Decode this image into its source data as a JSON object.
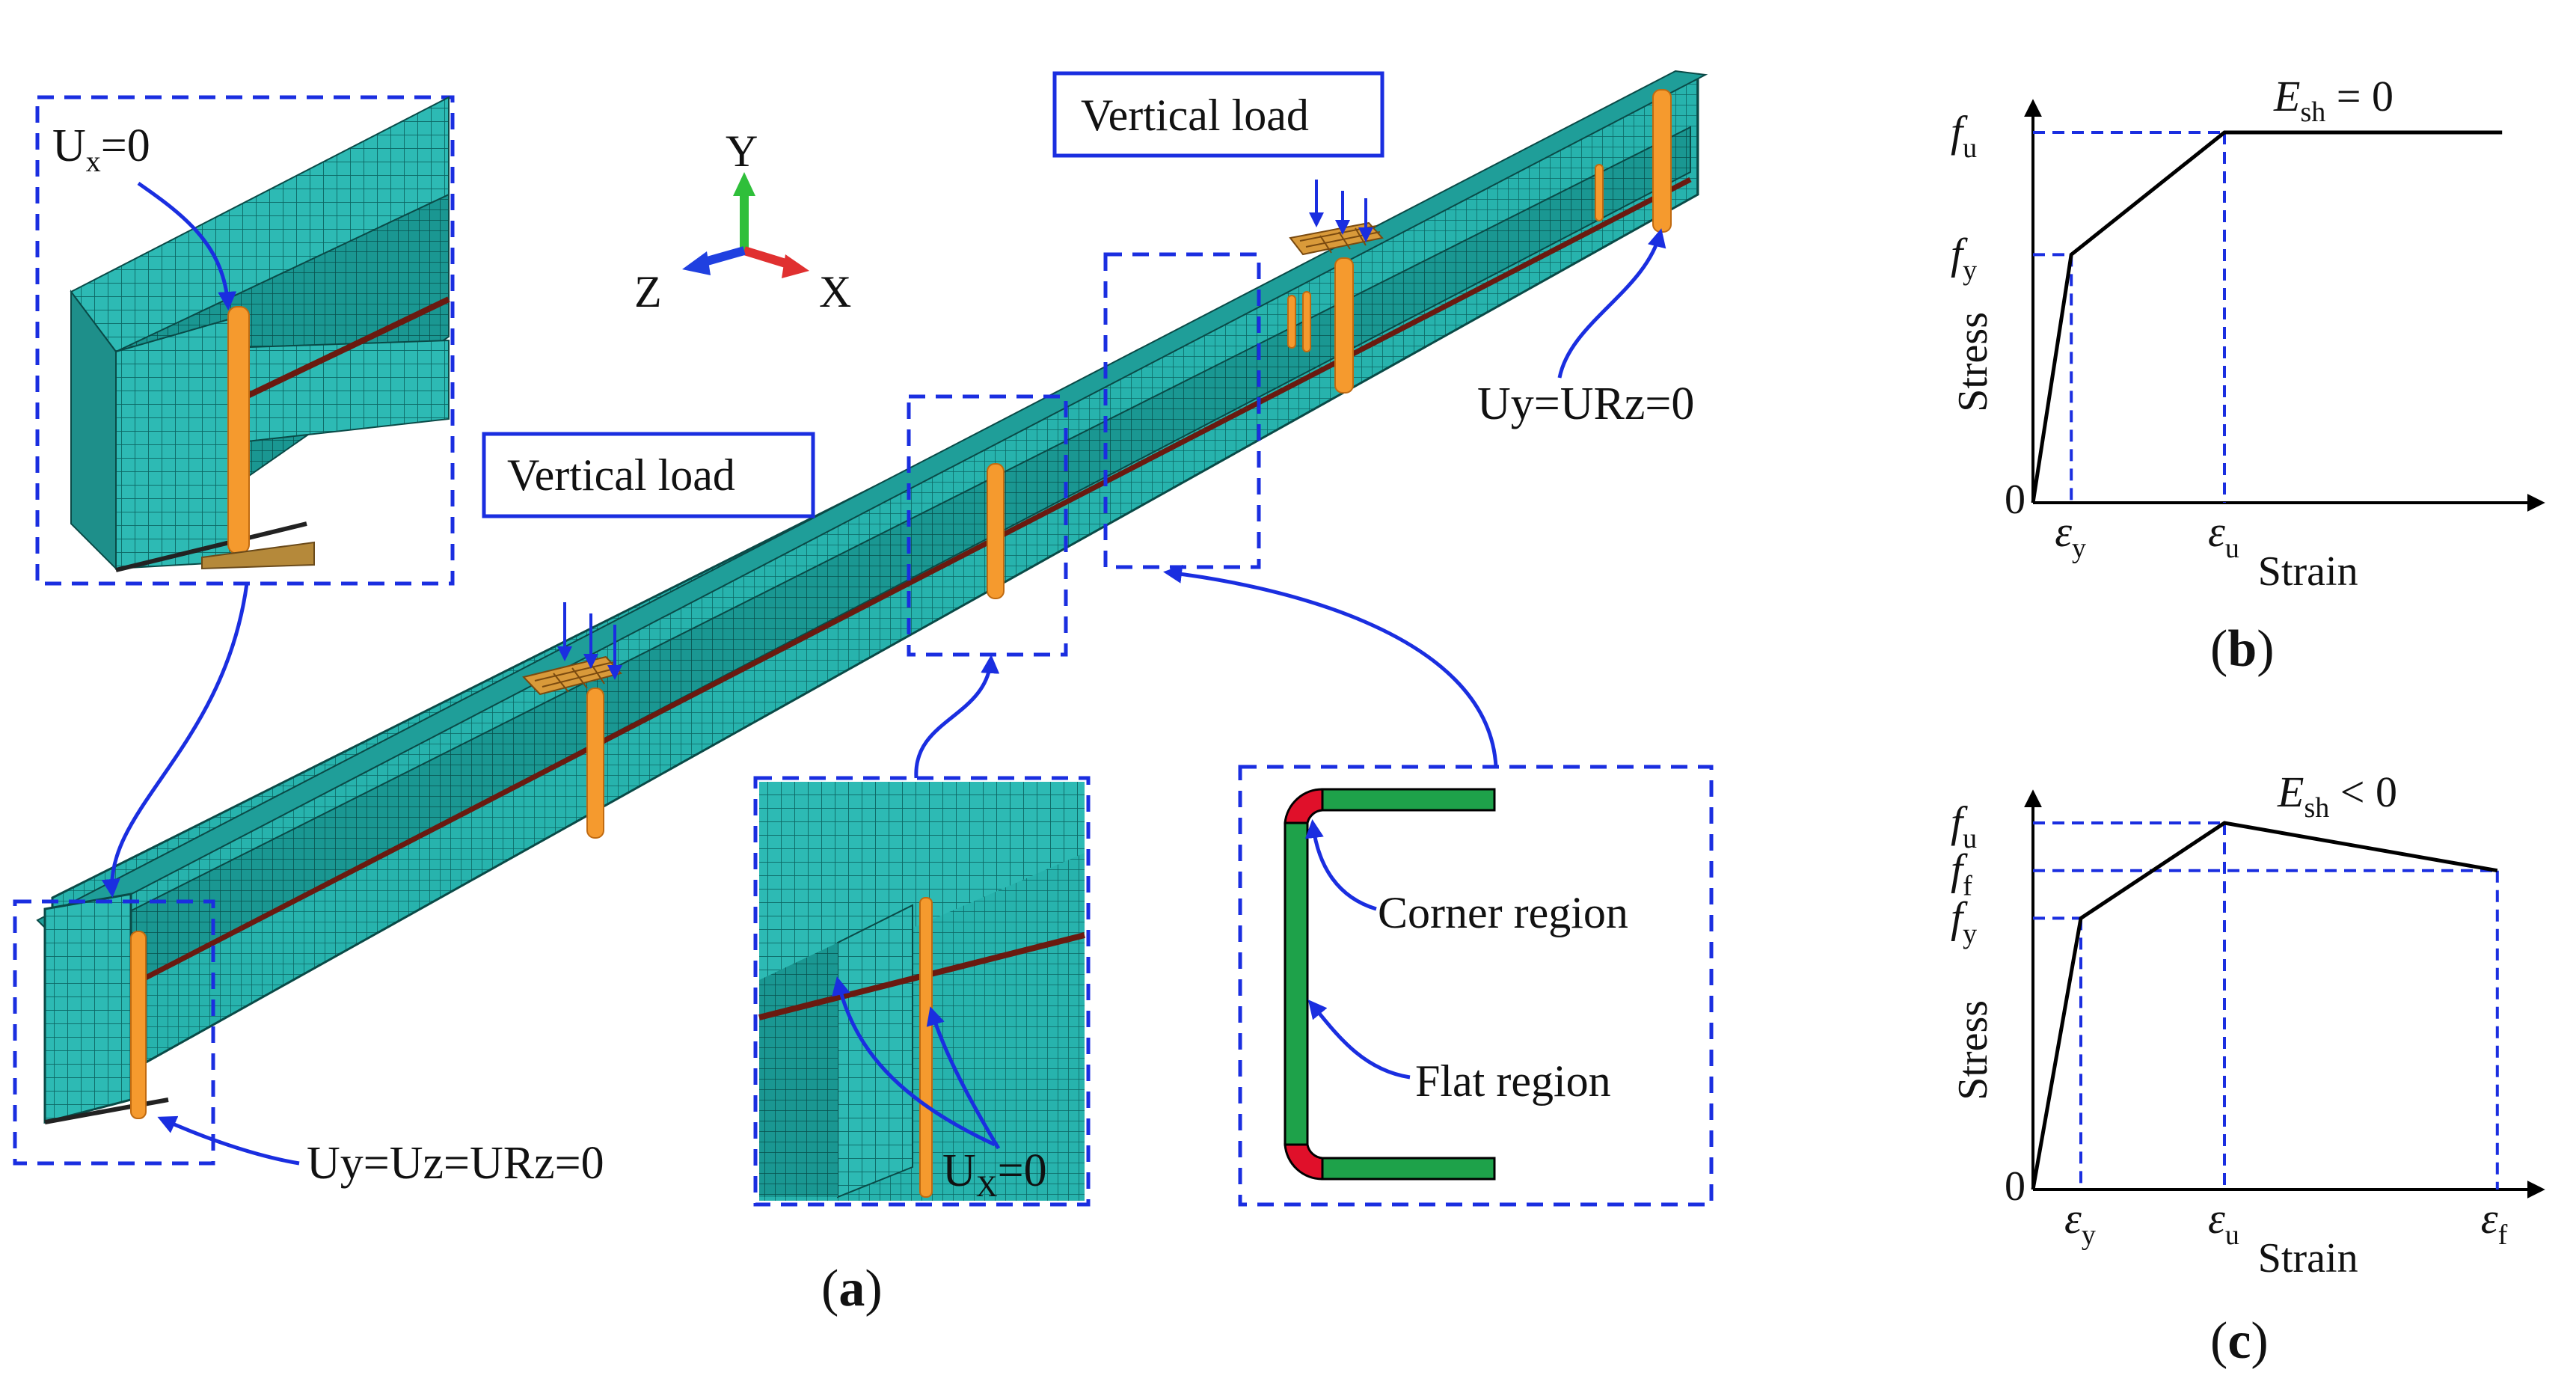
{
  "colors": {
    "mesh": "#27b3ad",
    "mesh_dark": "#128a86",
    "mesh_line": "#0a5a57",
    "support": "#f59a2e",
    "load_plate": "#d99a3a",
    "dashed_box": "#1a2ee0",
    "arrow": "#1a2ee0",
    "corner_region": "#e0102a",
    "flat_region": "#1ea24a",
    "curve": "#000000",
    "axis_x": "#e03030",
    "axis_y": "#2fbf3a",
    "axis_z": "#2040e0"
  },
  "panel_a": {
    "caption_open": "(",
    "caption_letter": "a",
    "caption_close": ")",
    "load_label_left": "Vertical load",
    "load_label_right": "Vertical load",
    "axes": {
      "y": "Y",
      "x": "X",
      "z": "Z"
    },
    "bc_top_left": {
      "main": "U",
      "sub": "x",
      "tail": "=0"
    },
    "bc_bottom_left": "Uy=Uz=URz=0",
    "bc_right": "Uy=URz=0",
    "bc_mid": {
      "main": "U",
      "sub": "X",
      "tail": "=0"
    },
    "section_corner": "Corner region",
    "section_flat": "Flat region",
    "icons": [
      "coordinate-axes-icon",
      "load-arrow-icon",
      "support-icon"
    ]
  },
  "panel_b": {
    "caption_open": "(",
    "caption_letter": "b",
    "caption_close": ")",
    "ylabel": "Stress",
    "xlabel": "Strain",
    "origin": "0",
    "modulus_label": {
      "main": "E",
      "sub": "sh",
      "tail": " = 0"
    },
    "y_ticks": [
      {
        "main": "f",
        "sub": "u",
        "value": 1.0
      },
      {
        "main": "f",
        "sub": "y",
        "value": 0.67
      }
    ],
    "x_ticks": [
      {
        "main": "ε",
        "sub": "y",
        "value": 0.08
      },
      {
        "main": "ε",
        "sub": "u",
        "value": 0.4
      }
    ]
  },
  "panel_c": {
    "caption_open": "(",
    "caption_letter": "c",
    "caption_close": ")",
    "ylabel": "Stress",
    "xlabel": "Strain",
    "origin": "0",
    "modulus_label": {
      "main": "E",
      "sub": "sh",
      "tail": " < 0"
    },
    "y_ticks": [
      {
        "main": "f",
        "sub": "u",
        "value": 1.0
      },
      {
        "main": "f",
        "sub": "f",
        "value": 0.87
      },
      {
        "main": "f",
        "sub": "y",
        "value": 0.74
      }
    ],
    "x_ticks": [
      {
        "main": "ε",
        "sub": "y",
        "value": 0.1
      },
      {
        "main": "ε",
        "sub": "u",
        "value": 0.4
      },
      {
        "main": "ε",
        "sub": "f",
        "value": 0.97
      }
    ]
  },
  "chart_data": [
    {
      "type": "line",
      "panel": "b",
      "ylabel": "Stress",
      "xlabel": "Strain",
      "points": [
        {
          "x": "0",
          "y": "0"
        },
        {
          "x": "εy",
          "y": "fy"
        },
        {
          "x": "εu",
          "y": "fu"
        },
        {
          "x": "beyond εu",
          "y": "fu"
        }
      ],
      "annotation": "Esh = 0"
    },
    {
      "type": "line",
      "panel": "c",
      "ylabel": "Stress",
      "xlabel": "Strain",
      "points": [
        {
          "x": "0",
          "y": "0"
        },
        {
          "x": "εy",
          "y": "fy"
        },
        {
          "x": "εu",
          "y": "fu"
        },
        {
          "x": "εf",
          "y": "ff"
        }
      ],
      "annotation": "Esh < 0"
    }
  ]
}
